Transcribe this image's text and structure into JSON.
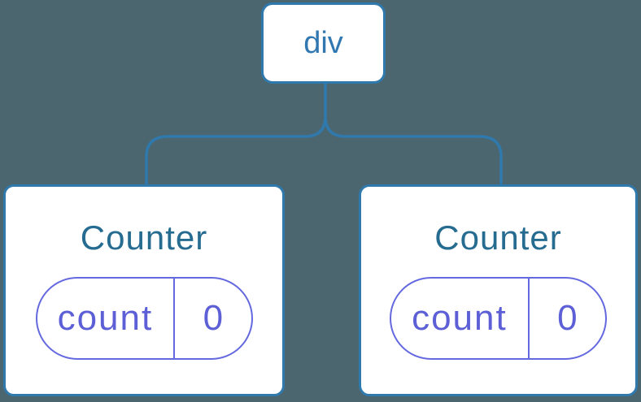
{
  "colors": {
    "background": "#4C6670",
    "node_fill": "#FFFFFF",
    "tree_stroke": "#2F79AC",
    "root_label_color": "#3178B0",
    "component_title_color": "#266B90",
    "state_text_color": "#5C5FD6",
    "state_border_color": "#6569DF"
  },
  "tree": {
    "root": {
      "label": "div"
    },
    "children": [
      {
        "title": "Counter",
        "state": {
          "name": "count",
          "value": "0"
        }
      },
      {
        "title": "Counter",
        "state": {
          "name": "count",
          "value": "0"
        }
      }
    ]
  }
}
